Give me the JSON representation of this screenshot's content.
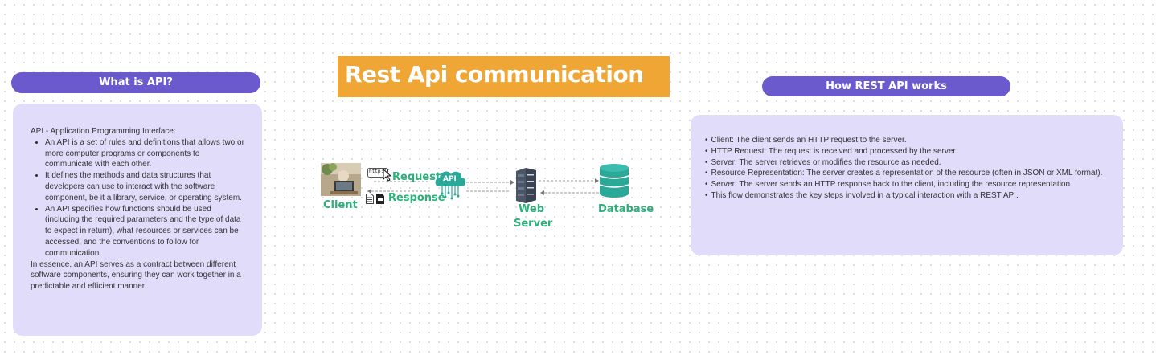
{
  "left_panel": {
    "header": "What is API?",
    "intro": "API - Application Programming Interface:",
    "bullets": [
      "An API is a set of rules and definitions that allows two or more computer programs or components to communicate with each other.",
      "It defines the methods and data structures that developers can use to interact with the software component, be it a library, service, or operating system.",
      "An API specifies how functions should be used (including the required parameters and the type of data to expect in return), what resources or services can be accessed, and the conventions to follow for communication."
    ],
    "summary": "In essence, an API serves as a contract between different software components, ensuring they can work together in a predictable and efficient manner."
  },
  "title": "Rest Api communication flow",
  "diagram": {
    "client_label": "Client",
    "request_label": "Request",
    "response_label": "Response",
    "url_text": "http://",
    "api_label": "API",
    "server_label_line1": "Web",
    "server_label_line2": "Server",
    "database_label": "Database",
    "colors": {
      "accent_green": "#2bb07a",
      "teal": "#2aa898",
      "server": "#4a5566"
    }
  },
  "right_panel": {
    "header": "How REST API works",
    "bullets": [
      "Client: The client sends an HTTP request to the server.",
      "HTTP Request: The request is received and processed by the server.",
      "Server: The server retrieves or modifies the resource as needed.",
      "Resource Representation: The server creates a representation of the resource (often in JSON or XML format).",
      "Server: The server sends an HTTP response back to the client, including the resource representation.",
      "This flow demonstrates the key steps involved in a typical interaction with a REST API."
    ]
  }
}
